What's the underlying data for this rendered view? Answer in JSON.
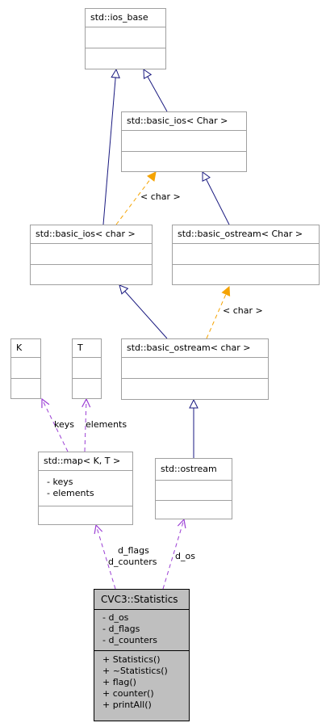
{
  "classes": {
    "ios_base": {
      "title": "std::ios_base"
    },
    "basic_ios_Char": {
      "title": "std::basic_ios< Char >"
    },
    "basic_ios_char": {
      "title": "std::basic_ios< char >"
    },
    "basic_ostream_Char": {
      "title": "std::basic_ostream< Char >"
    },
    "K": {
      "title": "K"
    },
    "T": {
      "title": "T"
    },
    "basic_ostream_char": {
      "title": "std::basic_ostream< char >"
    },
    "map": {
      "title": "std::map< K, T >",
      "attributes": [
        "- keys",
        "- elements"
      ]
    },
    "ostream": {
      "title": "std::ostream"
    },
    "statistics": {
      "title": "CVC3::Statistics",
      "attributes": [
        "- d_os",
        "- d_flags",
        "- d_counters"
      ],
      "methods": [
        "+ Statistics()",
        "+ ~Statistics()",
        "+ flag()",
        "+ counter()",
        "+ printAll()"
      ]
    }
  },
  "edge_labels": {
    "char1": "< char >",
    "char2": "< char >",
    "keys": "keys",
    "elements": "elements",
    "d_flags": "d_flags",
    "d_counters": "d_counters",
    "d_os": "d_os"
  },
  "colors": {
    "inheritance": "#1a1a80",
    "template": "#f5a300",
    "usage": "#9b3fd4",
    "box_border": "#a0a0a0",
    "main_fill": "#bfbfbf"
  }
}
